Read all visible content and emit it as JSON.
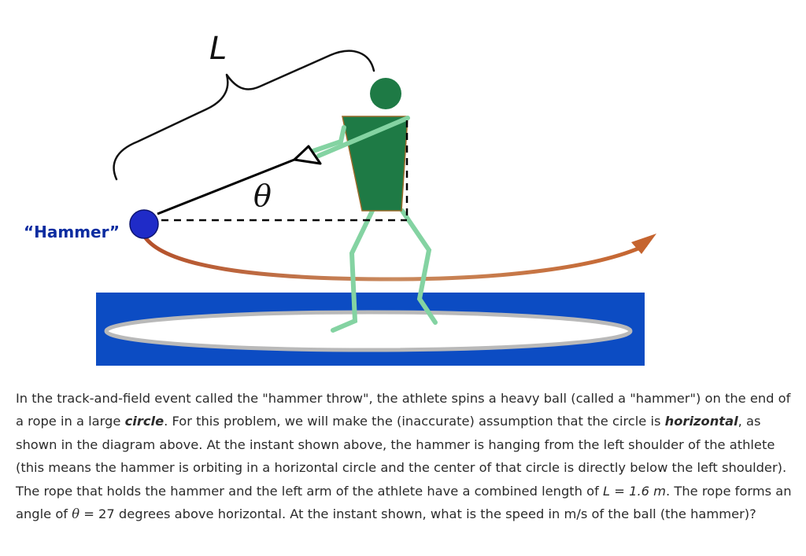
{
  "diagram": {
    "length_label": "L",
    "angle_label": "θ",
    "hammer_label": "“Hammer”",
    "colors": {
      "ball": "#1f2bc8",
      "athlete_body": "#1e7a45",
      "limbs": "#84d3a2",
      "platform": "#0c4cc3",
      "ring": "#c8c8c8",
      "arc": "#c5642f"
    }
  },
  "problem": {
    "s1": "In the track-and-field event called the \"hammer throw\", the athlete spins a heavy ball (called a \"hammer\") on the end of a rope in a large ",
    "w_circle": "circle",
    "s2": ".  For this problem, we will make the (inaccurate) assumption that the circle is ",
    "w_horizontal": "horizontal",
    "s3": ", as shown in the diagram above.  At the instant shown above, the hammer is hanging from the left shoulder of the athlete (this means the hammer is orbiting in a horizontal circle and the center of that circle is directly below the left shoulder). The rope that holds the hammer and the left arm of the athlete have a combined length of ",
    "L_expr": "L = 1.6 m",
    "s4": ".  The rope forms an angle of ",
    "theta_sym": "θ",
    "s5": " = 27 degrees above horizontal.  At the instant shown, what is the speed in m/s of the ball (the hammer)?"
  }
}
